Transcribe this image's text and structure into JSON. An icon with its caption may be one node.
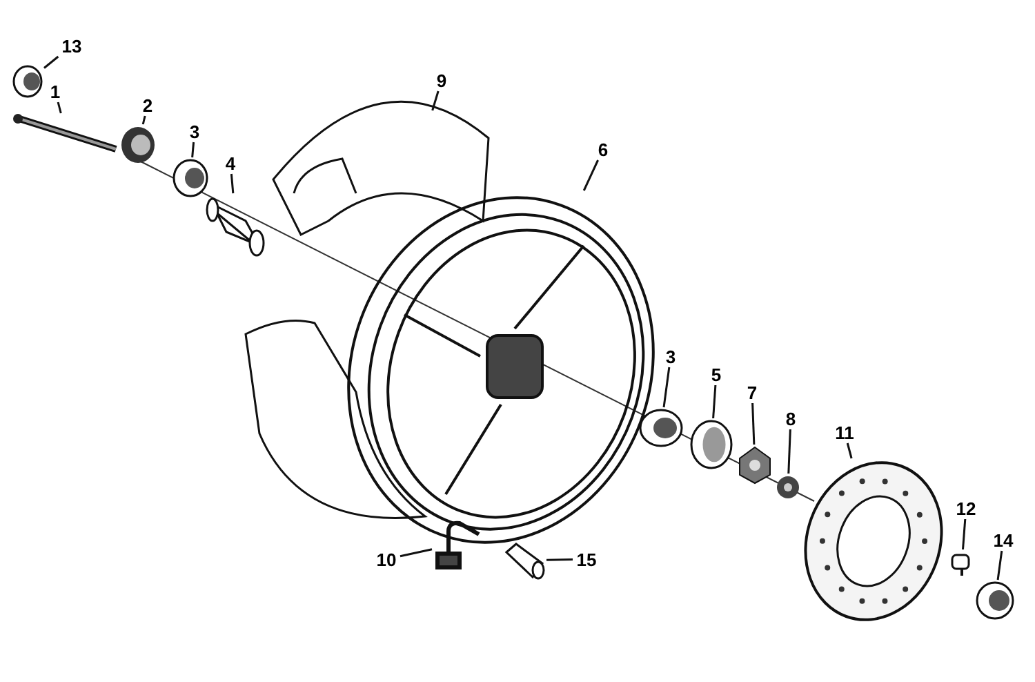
{
  "diagram": {
    "nodes": [
      {
        "text": [
          "13"
        ]
      },
      {
        "text": [
          "1"
        ]
      },
      {
        "text": [
          "2"
        ]
      },
      {
        "text": [
          "3"
        ]
      },
      {
        "text": [
          "4"
        ]
      },
      {
        "text": [
          "9"
        ]
      },
      {
        "text": [
          "6"
        ]
      },
      {
        "text": [
          "3"
        ]
      },
      {
        "text": [
          "5"
        ]
      },
      {
        "text": [
          "7"
        ]
      },
      {
        "text": [
          "8"
        ]
      },
      {
        "text": [
          "11"
        ]
      },
      {
        "text": [
          "12"
        ]
      },
      {
        "text": [
          "14"
        ]
      },
      {
        "text": [
          "10"
        ]
      },
      {
        "text": [
          "15"
        ]
      },
      {
        "text": [],
        "shape": "picture"
      },
      {
        "text": [],
        "shape": "picture"
      },
      {
        "text": [],
        "shape": "picture"
      },
      {
        "text": [],
        "shape": "picture"
      },
      {
        "text": [],
        "shape": "picture"
      },
      {
        "text": [],
        "shape": "picture"
      },
      {
        "text": [],
        "shape": "picture"
      },
      {
        "text": [],
        "shape": "picture"
      },
      {
        "text": [],
        "shape": "picture"
      },
      {
        "text": [],
        "shape": "picture"
      },
      {
        "text": [],
        "shape": "picture"
      },
      {
        "text": [],
        "shape": "picture"
      },
      {
        "text": [],
        "shape": "picture"
      },
      {
        "text": [],
        "shape": "picture"
      },
      {
        "text": [],
        "shape": "picture"
      },
      {
        "text": [],
        "shape": "picture"
      }
    ],
    "edges": [
      {
        "from": 0,
        "to": 16,
        "arrow": "none"
      },
      {
        "from": 1,
        "to": 17,
        "arrow": "none"
      },
      {
        "from": 2,
        "to": 18,
        "arrow": "none"
      },
      {
        "from": 3,
        "to": 19,
        "arrow": "none"
      },
      {
        "from": 4,
        "to": 20,
        "arrow": "none"
      },
      {
        "from": 5,
        "to": 21,
        "arrow": "none"
      },
      {
        "from": 6,
        "to": 22,
        "arrow": "none"
      },
      {
        "from": 7,
        "to": 23,
        "arrow": "none"
      },
      {
        "from": 8,
        "to": 24,
        "arrow": "none"
      },
      {
        "from": 9,
        "to": 25,
        "arrow": "none"
      },
      {
        "from": 10,
        "to": 26,
        "arrow": "none"
      },
      {
        "from": 11,
        "to": 27,
        "arrow": "none"
      },
      {
        "from": 12,
        "to": 28,
        "arrow": "none"
      },
      {
        "from": 13,
        "to": 29,
        "arrow": "none"
      },
      {
        "from": 14,
        "to": 30,
        "arrow": "none"
      },
      {
        "from": 15,
        "to": 31,
        "arrow": "none"
      }
    ]
  }
}
